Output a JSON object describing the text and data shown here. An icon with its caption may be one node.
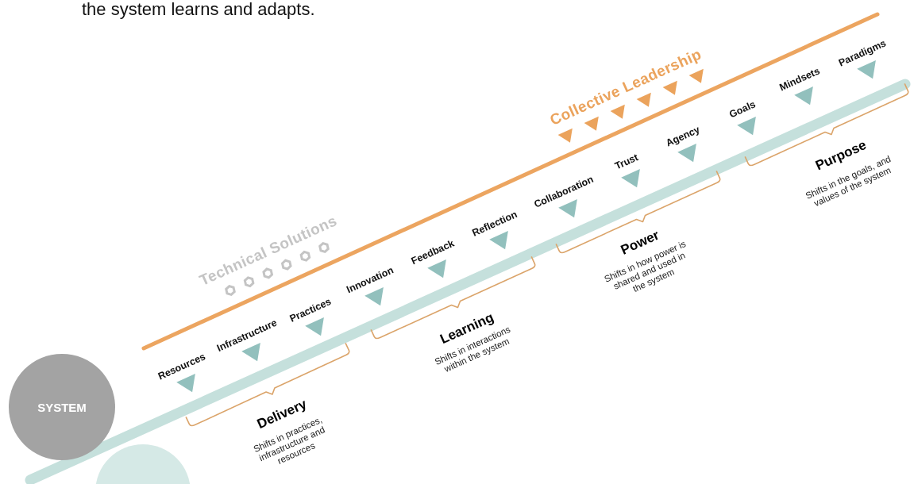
{
  "diagram": {
    "nodes": [
      {
        "text": [
          "SYSTEM"
        ]
      },
      {
        "text": [],
        "shape": "circle"
      }
    ],
    "labels": [
      "the system learns and adapts.",
      "Collective Leadership",
      "Technical Solutions",
      "Resources",
      "Infrastructure",
      "Practices",
      "Innovation",
      "Feedback",
      "Reflection",
      "Collaboration",
      "Trust",
      "Agency",
      "Goals",
      "Mindsets",
      "Paradigms",
      "Delivery",
      "Shifts in practices, infrastructure and resources",
      "Learning",
      "Shifts in interactions within the system",
      "Power",
      "Shifts in how power is shared and used in the system",
      "Purpose",
      "Shifts in the goals, and values of the system"
    ]
  }
}
